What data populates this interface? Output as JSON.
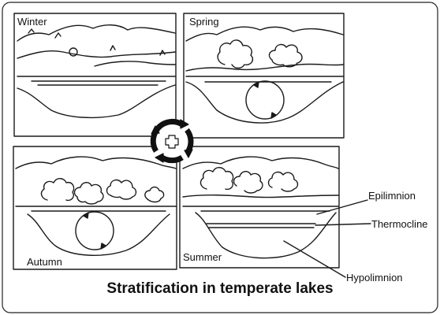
{
  "diagram": {
    "title": "Stratification in temperate lakes",
    "seasons": {
      "winter": "Winter",
      "spring": "Spring",
      "autumn": "Autumn",
      "summer": "Summer"
    },
    "layers": {
      "epilimnion": "Epilimnion",
      "thermocline": "Thermocline",
      "hypolimnion": "Hypolimnion"
    }
  },
  "colors": {
    "line": "#1a1a1a",
    "background": "#ffffff"
  }
}
